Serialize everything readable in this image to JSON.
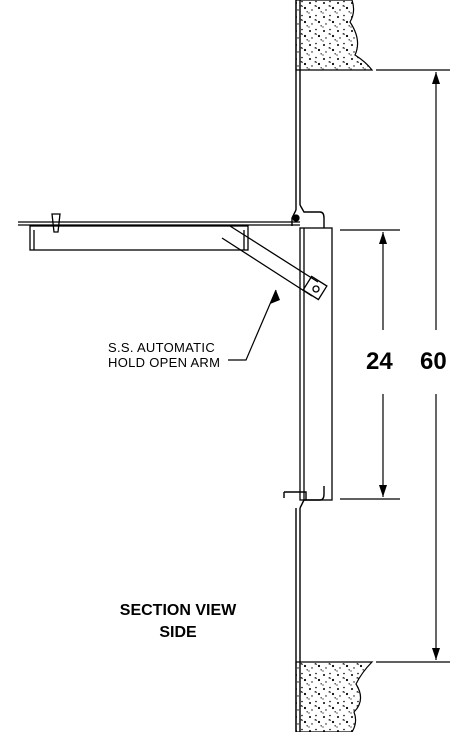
{
  "callout": {
    "line1": "S.S. AUTOMATIC",
    "line2": "HOLD OPEN ARM"
  },
  "dimensions": {
    "inner": "24",
    "outer": "60"
  },
  "title": {
    "line1": "SECTION VIEW",
    "line2": "SIDE"
  },
  "colors": {
    "ink": "#000000",
    "background": "#ffffff"
  }
}
